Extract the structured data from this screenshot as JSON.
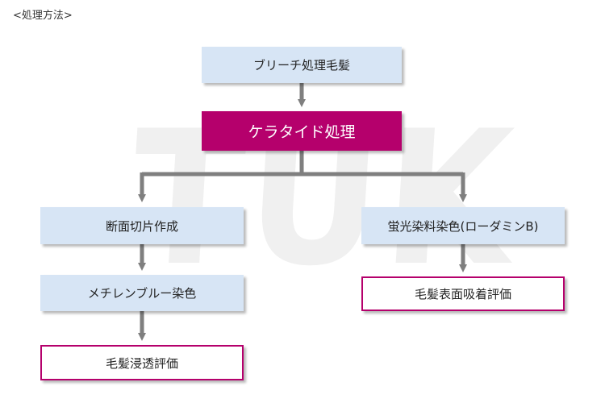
{
  "header": {
    "title": "<処理方法>"
  },
  "watermark": {
    "text": "TUK"
  },
  "colors": {
    "accent": "#b5006c",
    "light_box": "#d7e5f5",
    "connector": "#7f7f7f"
  },
  "nodes": {
    "bleach": "ブリーチ処理毛髪",
    "keratide": "ケラタイド処理",
    "section": "断面切片作成",
    "fluorescent": "蛍光染料染色(ローダミンB)",
    "methylene": "メチレンブルー染色",
    "penetration": "毛髪浸透評価",
    "adsorption": "毛髪表面吸着評価"
  }
}
